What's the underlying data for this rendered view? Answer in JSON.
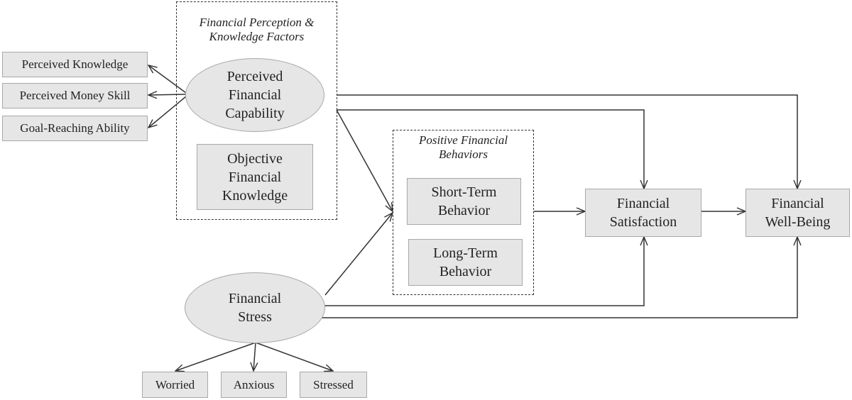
{
  "groups": {
    "perception": {
      "title": "Financial Perception &\nKnowledge Factors"
    },
    "behaviors": {
      "title": "Positive Financial\nBehaviors"
    }
  },
  "nodes": {
    "perceived_capability": "Perceived\nFinancial\nCapability",
    "objective_knowledge": "Objective\nFinancial\nKnowledge",
    "financial_stress": "Financial\nStress",
    "short_term": "Short-Term\nBehavior",
    "long_term": "Long-Term\nBehavior",
    "satisfaction": "Financial\nSatisfaction",
    "well_being": "Financial\nWell-Being"
  },
  "indicators": {
    "capability": [
      "Perceived Knowledge",
      "Perceived Money Skill",
      "Goal-Reaching Ability"
    ],
    "stress": [
      "Worried",
      "Anxious",
      "Stressed"
    ]
  },
  "colors": {
    "node_fill": "#e6e6e6",
    "node_border": "#a8a8a8",
    "line": "#333333"
  }
}
